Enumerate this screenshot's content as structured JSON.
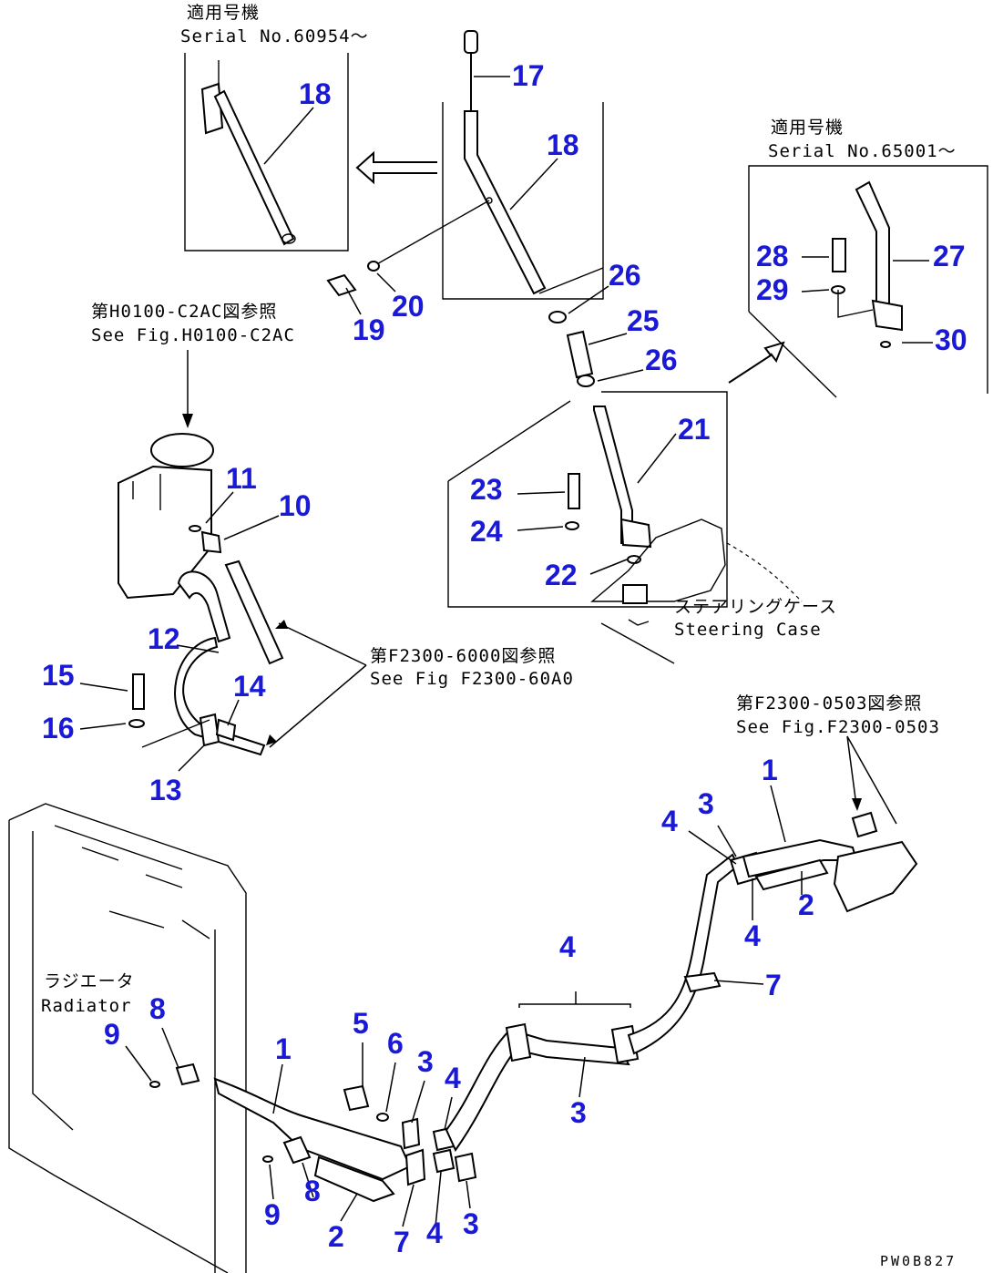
{
  "figure_code": "PW0B827",
  "notes": {
    "serial_top_jp": "適用号機",
    "serial_top_en": "Serial No.60954～",
    "serial_right_jp": "適用号機",
    "serial_right_en": "Serial No.65001～",
    "ref_h0100_jp": "第H0100-C2AC図参照",
    "ref_h0100_en": "See Fig.H0100-C2AC",
    "ref_6000_jp": "第F2300-6000図参照",
    "ref_6000_en": "See Fig F2300-60A0",
    "ref_0503_jp": "第F2300-0503図参照",
    "ref_0503_en": "See Fig.F2300-0503",
    "steering_jp": "ステアリングケース",
    "steering_en": "Steering Case",
    "radiator_jp": "ラジエータ",
    "radiator_en": "Radiator"
  },
  "callouts": {
    "c1": "1",
    "c2": "2",
    "c3": "3",
    "c4": "4",
    "c5": "5",
    "c6": "6",
    "c7": "7",
    "c8": "8",
    "c9": "9",
    "c10": "10",
    "c11": "11",
    "c12": "12",
    "c13": "13",
    "c14": "14",
    "c15": "15",
    "c16": "16",
    "c17": "17",
    "c18": "18",
    "c19": "19",
    "c20": "20",
    "c21": "21",
    "c22": "22",
    "c23": "23",
    "c24": "24",
    "c25": "25",
    "c26": "26",
    "c27": "27",
    "c28": "28",
    "c29": "29",
    "c30": "30"
  },
  "colors": {
    "callout": "#1a1ad6",
    "line": "#000000",
    "background": "#ffffff"
  }
}
